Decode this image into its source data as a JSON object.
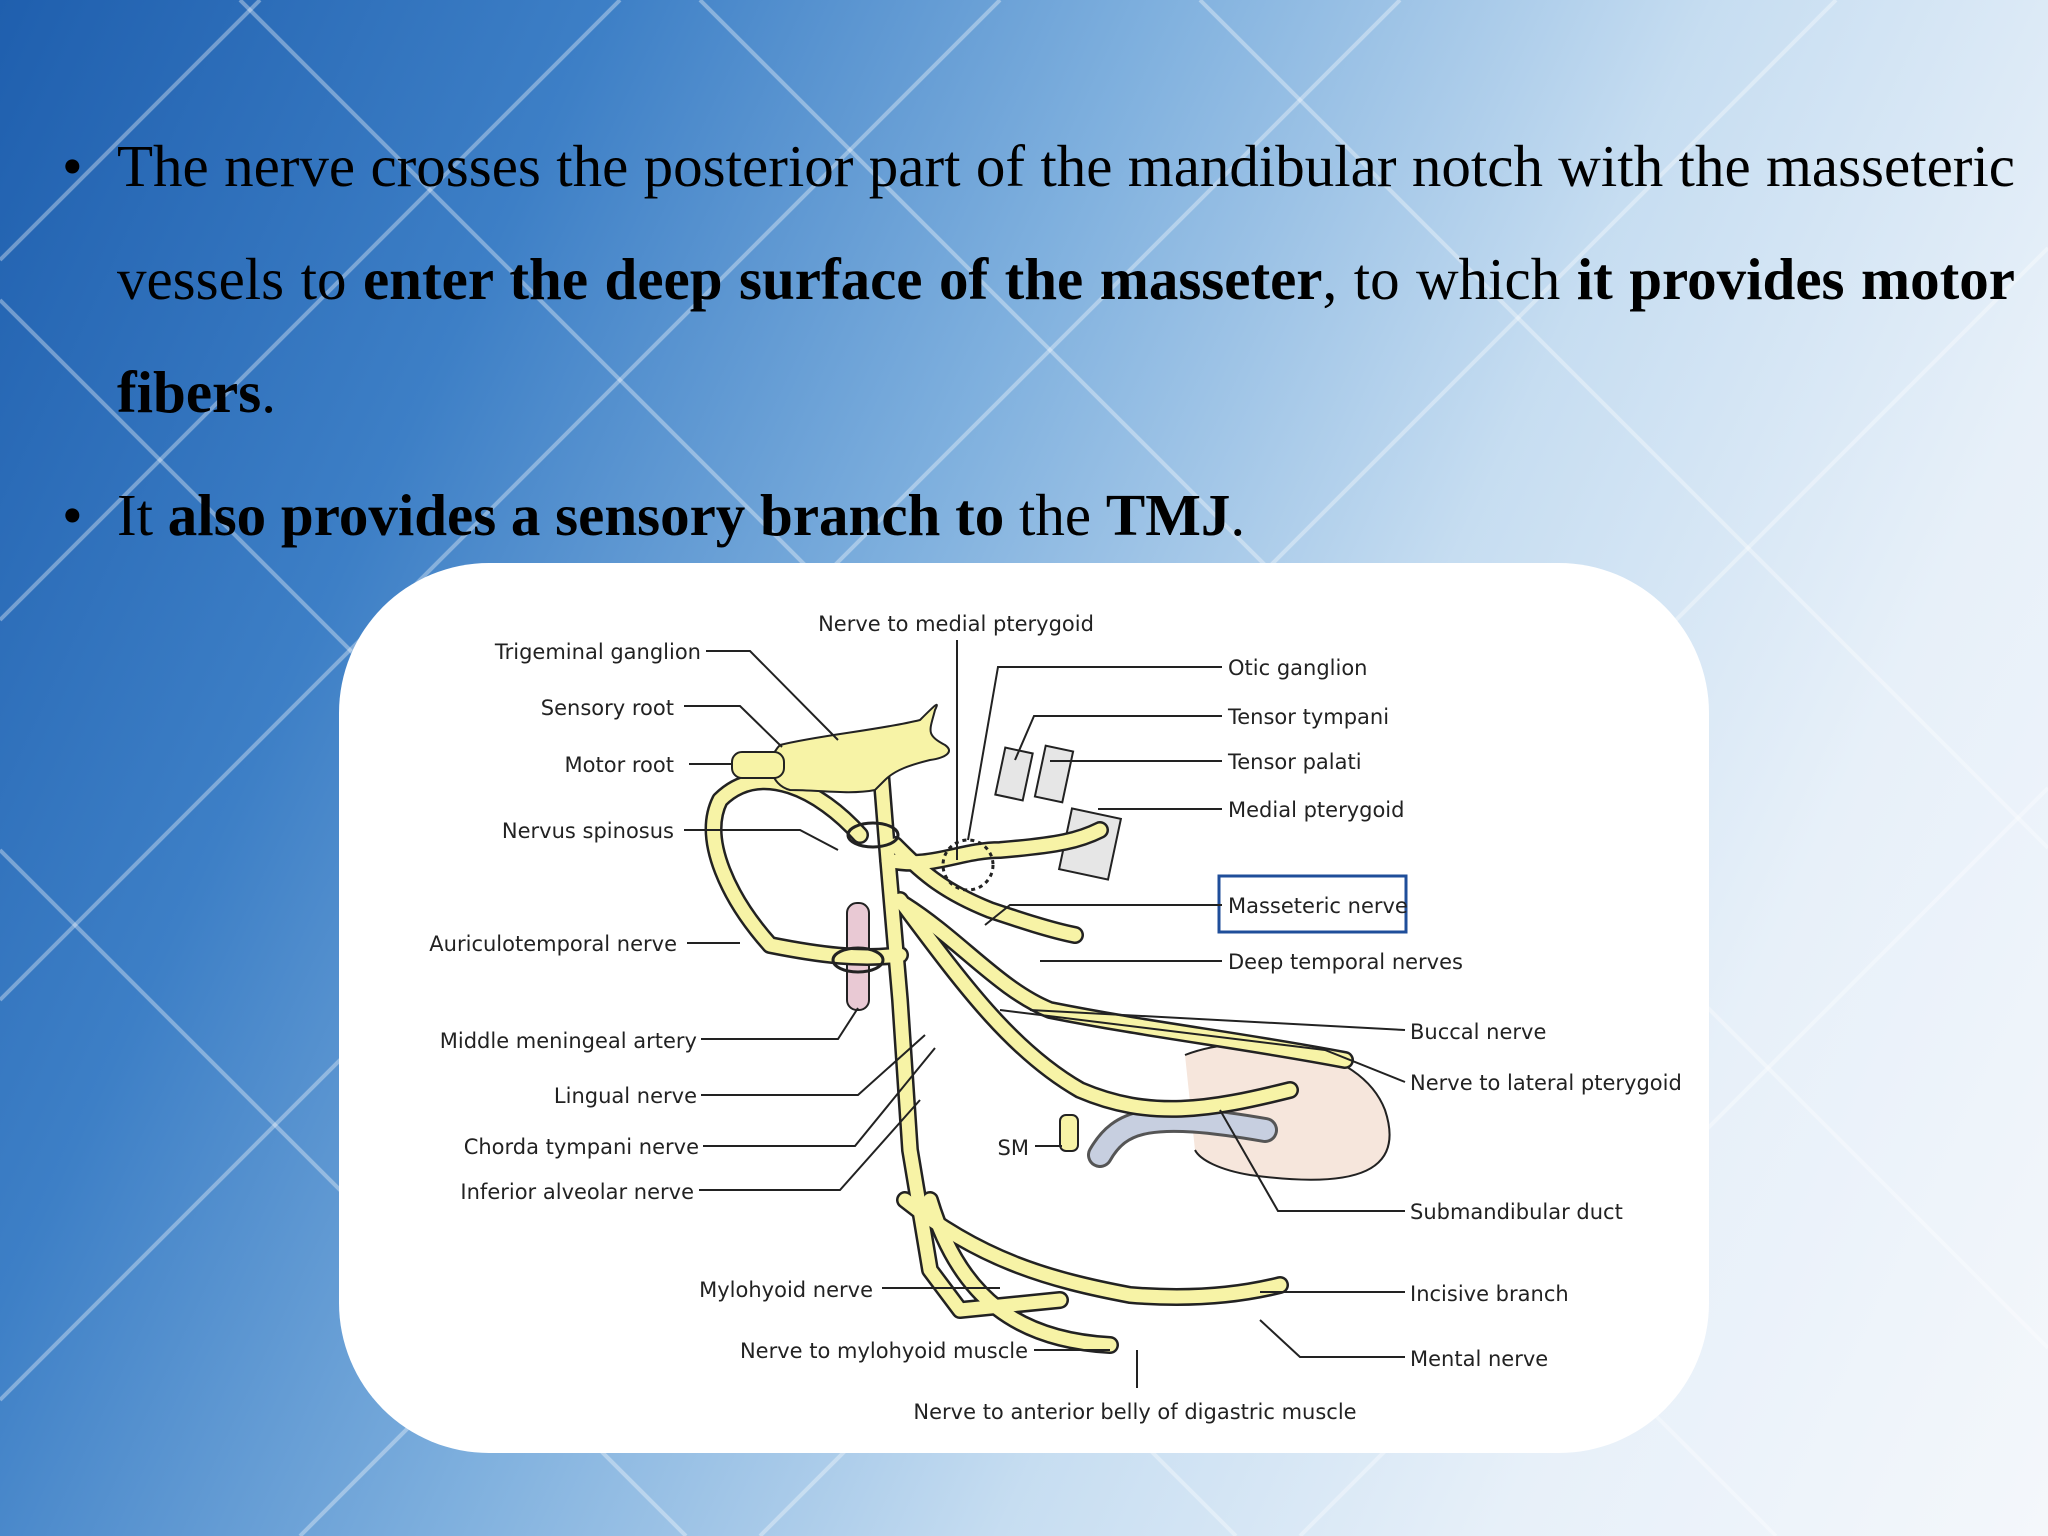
{
  "bullets": [
    {
      "seg1": "The nerve crosses the posterior part of the mandibular notch with the masseteric vessels to ",
      "seg2_bold": "enter the deep surface of the masseter",
      "seg3": ", to which ",
      "seg4_bold": "it provides motor fibers",
      "seg5": "."
    },
    {
      "seg1": "It ",
      "seg2_bold": "also provides a sensory branch to",
      "seg3": " the ",
      "seg4_bold": "TMJ",
      "seg5": "."
    }
  ],
  "diagram": {
    "labels_left": {
      "trigeminal_ganglion": "Trigeminal ganglion",
      "sensory_root": "Sensory root",
      "motor_root": "Motor root",
      "nervus_spinosus": "Nervus spinosus",
      "auriculotemporal_nerve": "Auriculotemporal nerve",
      "middle_meningeal_artery": "Middle meningeal artery",
      "lingual_nerve": "Lingual nerve",
      "chorda_tympani_nerve": "Chorda tympani nerve",
      "inferior_alveolar_nerve": "Inferior alveolar nerve",
      "mylohyoid_nerve": "Mylohyoid nerve",
      "nerve_to_mylohyoid_muscle": "Nerve to mylohyoid muscle"
    },
    "labels_top": {
      "nerve_to_medial_pterygoid": "Nerve to medial pterygoid"
    },
    "labels_right": {
      "otic_ganglion": "Otic ganglion",
      "tensor_tympani": "Tensor tympani",
      "tensor_palati": "Tensor palati",
      "medial_pterygoid": "Medial pterygoid",
      "masseteric_nerve": "Masseteric nerve",
      "deep_temporal_nerves": "Deep temporal nerves",
      "buccal_nerve": "Buccal nerve",
      "nerve_to_lateral_pterygoid": "Nerve to lateral pterygoid",
      "submandibular_duct": "Submandibular duct",
      "incisive_branch": "Incisive branch",
      "mental_nerve": "Mental nerve"
    },
    "labels_misc": {
      "sm": "SM",
      "nerve_to_anterior_belly": "Nerve to anterior belly of digastric muscle"
    },
    "colors": {
      "nerve_fill": "#f7f3a6",
      "outline": "#222222",
      "highlight_box": "#1f4e9a"
    }
  }
}
